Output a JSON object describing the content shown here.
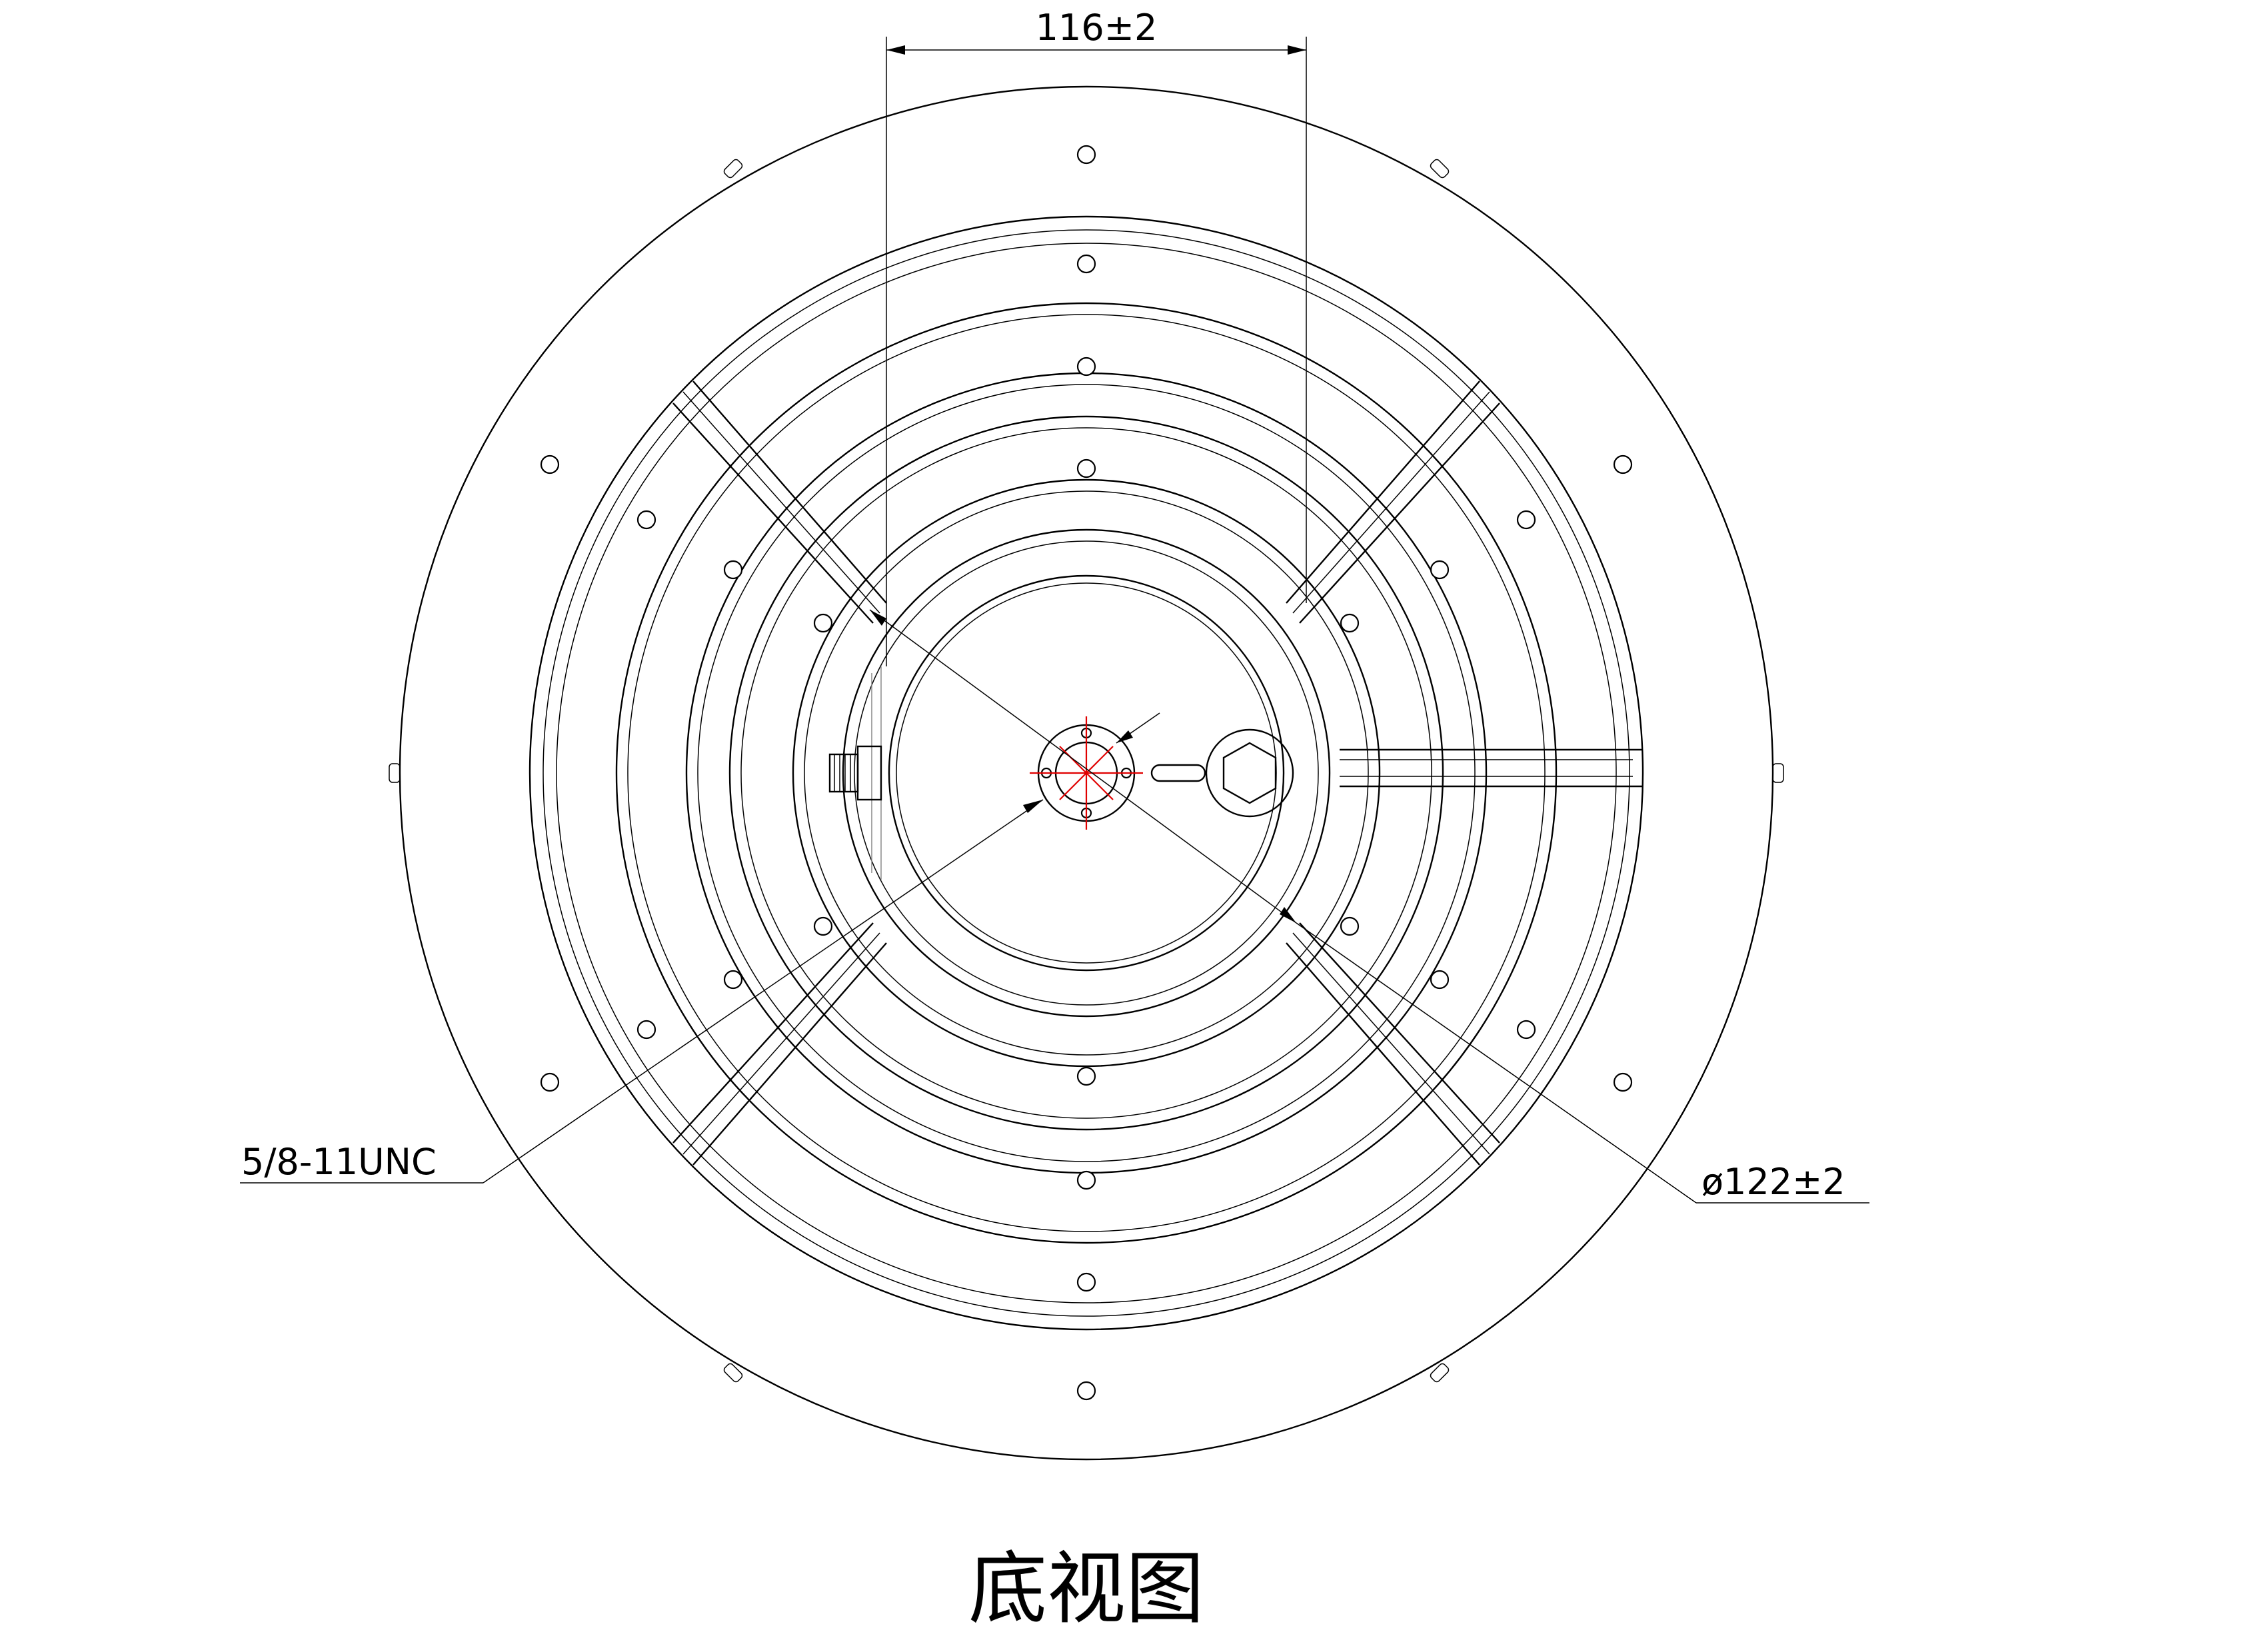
{
  "annotations": {
    "width_dim": "116±2",
    "thread_spec": "5/8-11UNC",
    "diameter_dim": "ø122±2"
  },
  "view_title": "底视图",
  "colors": {
    "line": "#000000",
    "center_mark": "#e00000",
    "background": "#ffffff"
  }
}
